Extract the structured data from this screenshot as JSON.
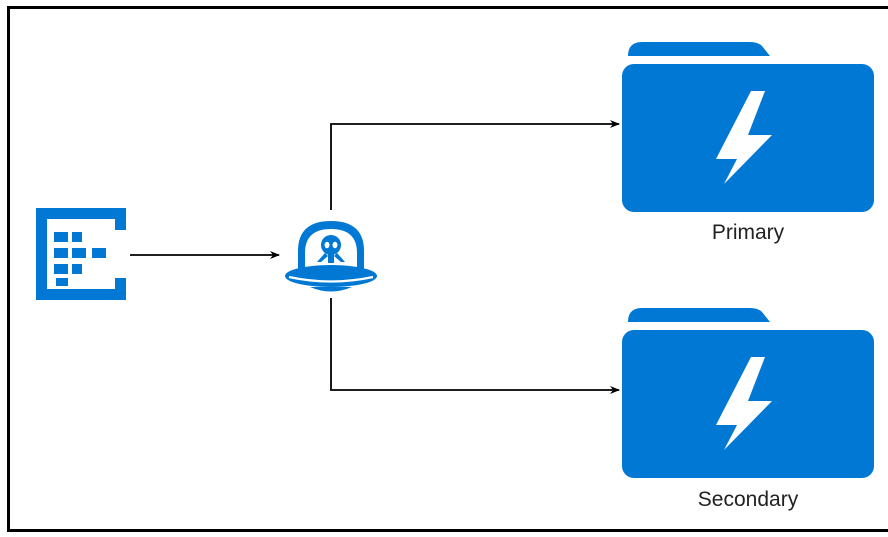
{
  "diagram": {
    "nodes": {
      "source": {
        "icon": "event-hub-icon"
      },
      "router": {
        "icon": "alien-ufo-icon"
      },
      "primary": {
        "icon": "folder-lightning-icon",
        "label": "Primary"
      },
      "secondary": {
        "icon": "folder-lightning-icon",
        "label": "Secondary"
      }
    },
    "edges": [
      {
        "from": "source",
        "to": "router"
      },
      {
        "from": "router",
        "to": "primary"
      },
      {
        "from": "router",
        "to": "secondary"
      }
    ]
  },
  "colors": {
    "accent": "#0078D4",
    "line": "#000000",
    "background": "#FFFFFF"
  }
}
